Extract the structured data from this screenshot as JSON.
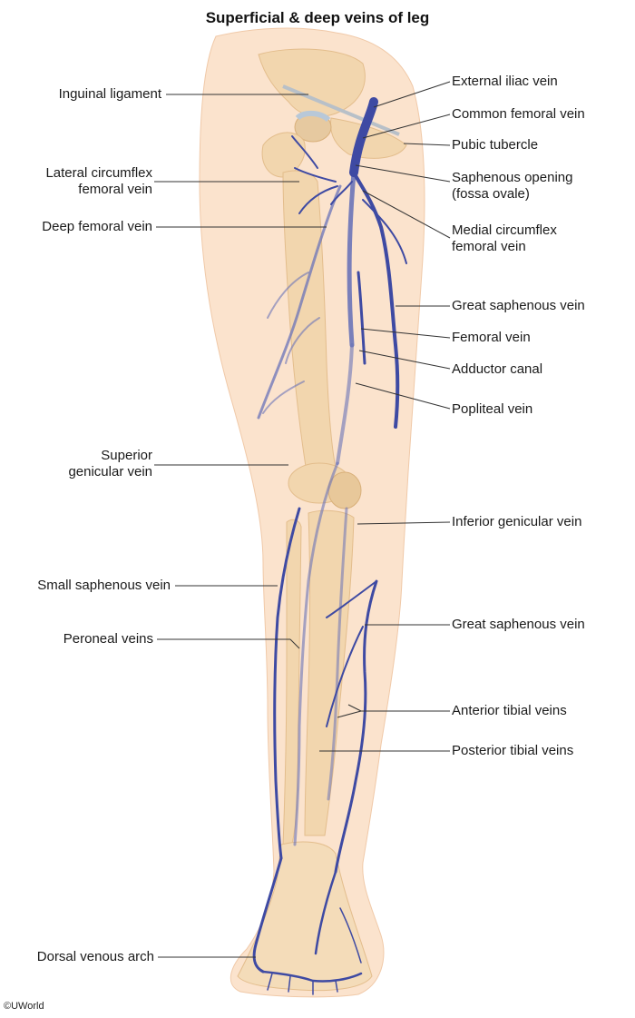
{
  "title": "Superficial & deep veins of leg",
  "copyright": "©UWorld",
  "colors": {
    "skin": "#fbe3cd",
    "bone": "#f2d6ae",
    "vein_superficial": "#3e4aa3",
    "vein_deep": "#6a73b8",
    "leader": "#333333"
  },
  "labels_left": [
    {
      "lines": [
        "Inguinal ligament"
      ]
    },
    {
      "lines": [
        "Lateral circumflex",
        "femoral vein"
      ]
    },
    {
      "lines": [
        "Deep femoral vein"
      ]
    },
    {
      "lines": [
        "Superior",
        "genicular vein"
      ]
    },
    {
      "lines": [
        "Small saphenous vein"
      ]
    },
    {
      "lines": [
        "Peroneal veins"
      ]
    },
    {
      "lines": [
        "Dorsal venous arch"
      ]
    }
  ],
  "labels_right": [
    {
      "lines": [
        "External iliac vein"
      ]
    },
    {
      "lines": [
        "Common femoral vein"
      ]
    },
    {
      "lines": [
        "Pubic tubercle"
      ]
    },
    {
      "lines": [
        "Saphenous opening",
        "(fossa ovale)"
      ]
    },
    {
      "lines": [
        "Medial circumflex",
        "femoral vein"
      ]
    },
    {
      "lines": [
        "Great saphenous vein"
      ]
    },
    {
      "lines": [
        "Femoral vein"
      ]
    },
    {
      "lines": [
        "Adductor canal"
      ]
    },
    {
      "lines": [
        "Popliteal vein"
      ]
    },
    {
      "lines": [
        "Inferior genicular vein"
      ]
    },
    {
      "lines": [
        "Great saphenous vein"
      ]
    },
    {
      "lines": [
        "Anterior tibial veins"
      ]
    },
    {
      "lines": [
        "Posterior tibial veins"
      ]
    }
  ]
}
